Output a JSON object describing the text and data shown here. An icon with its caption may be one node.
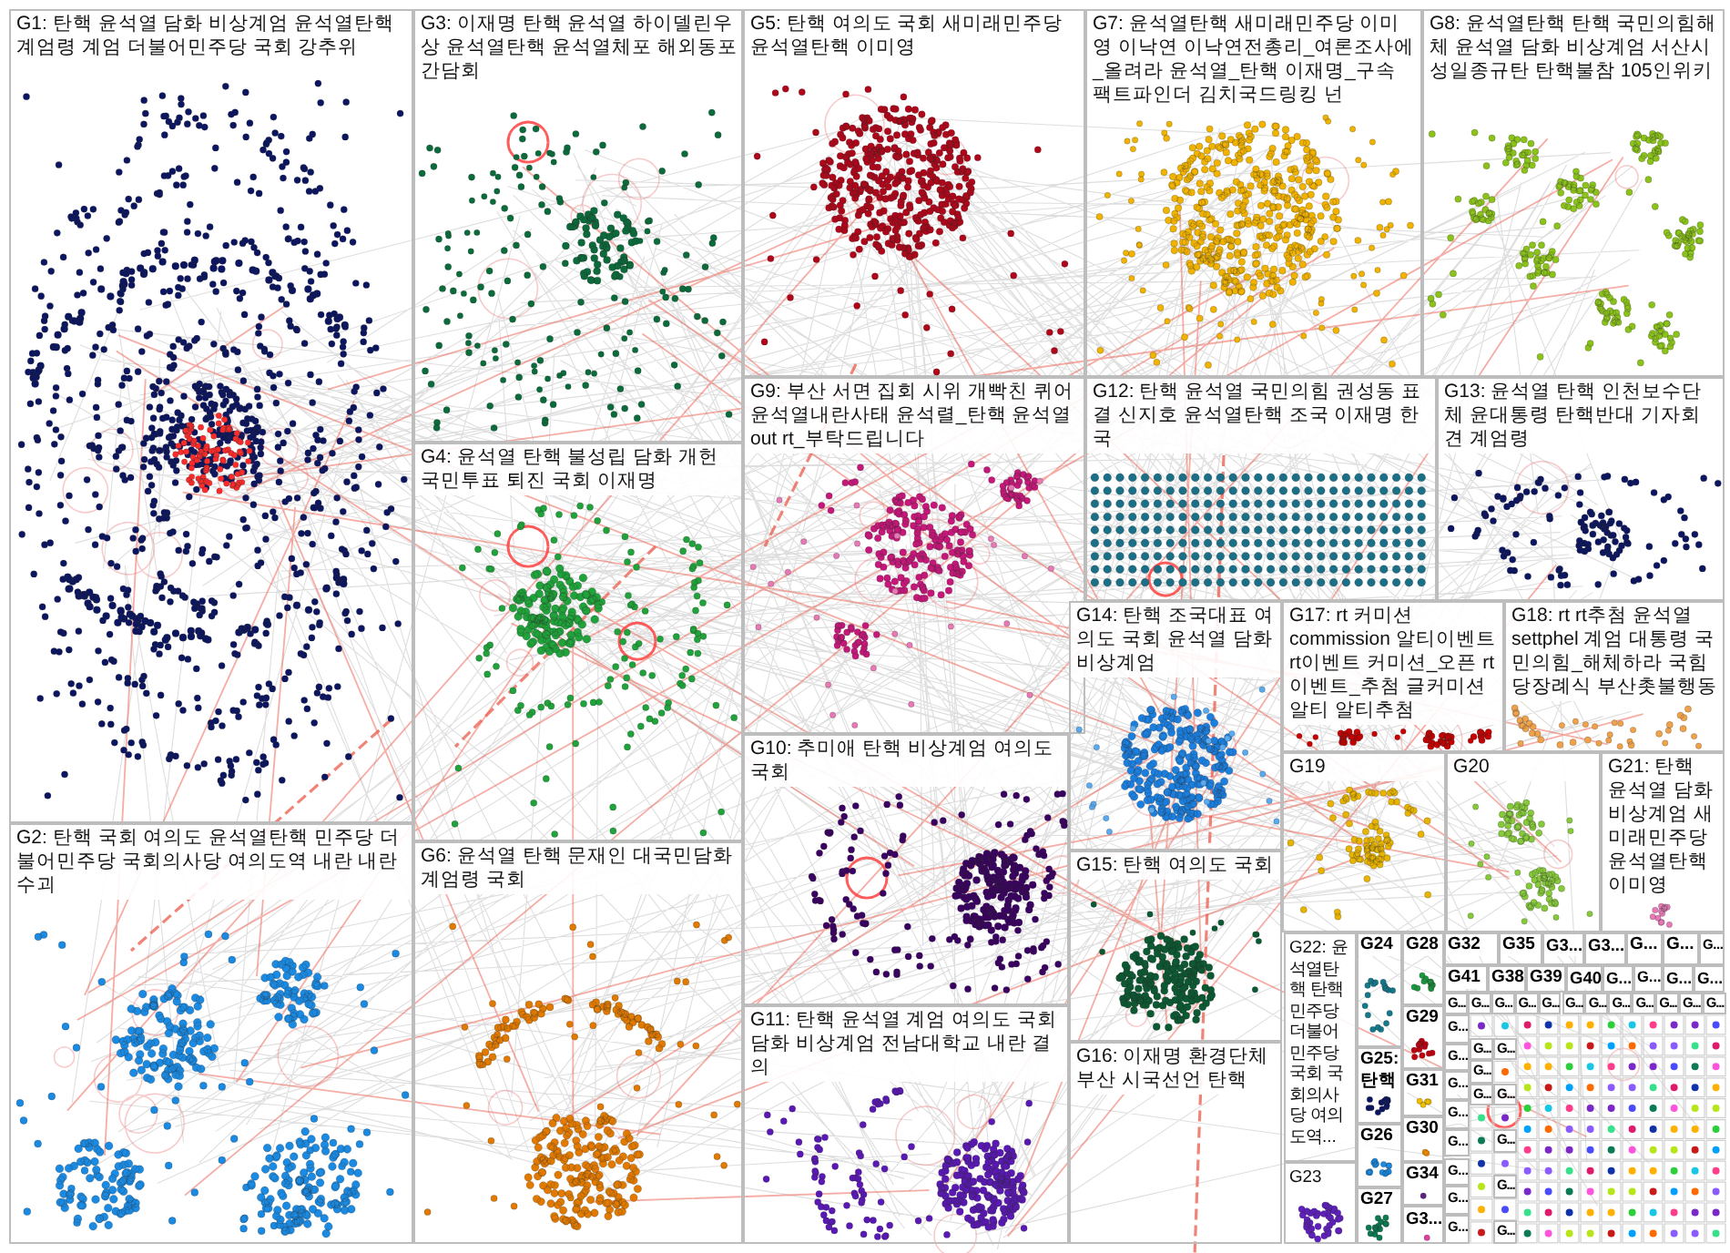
{
  "diagram": {
    "nodes": [
      {
        "text": [
          "G1: 탄핵 윤석열 담화 비상계엄 윤석열탄핵 계엄령 계엄 더불어민주당 국회 강추위"
        ]
      },
      {
        "text": [
          "G3: 이재명 탄핵 윤석열 하이델린우상 윤석열탄핵 윤석열체포 해외동포간담회"
        ]
      },
      {
        "text": [
          "G5: 탄핵 여의도 국회 새미래민주당 윤석열탄핵 이미영"
        ]
      },
      {
        "text": [
          "G7: 윤석열탄핵 새미래민주당 이미영 이낙연 이낙연전총리_여론조사에_올려라 윤석열_탄핵 이재명_구속 팩트파인더 김치국드링킹 넌"
        ]
      },
      {
        "text": [
          "G8: 윤석열탄핵 탄핵 국민의힘해체 윤석열 담화 비상계엄 서산시성일종규탄 탄핵불참 105인위키"
        ]
      },
      {
        "text": [
          "G9: 부산 서면 집회 시위 개빡친 퀴어 윤석열내란사태 윤석렬_탄핵 윤석열out rt_부탁드립니다"
        ]
      },
      {
        "text": [
          "G12: 탄핵 윤석열 국민의힘 권성동 표결 신지호 윤석열탄핵 조국 이재명 한국"
        ]
      },
      {
        "text": [
          "G13: 윤석열 탄핵 인천보수단체 윤대통령 탄핵반대 기자회견 계엄령"
        ]
      },
      {
        "text": [
          "G4: 윤석열 탄핵 불성립 담화 개헌 국민투표 퇴진 국회 이재명"
        ]
      },
      {
        "text": [
          "G14: 탄핵 조국대표 여의도 국회 윤석열 담화 비상계엄"
        ]
      },
      {
        "text": [
          "G17: rt 커미션 commission 알티이벤트 rt이벤트 커미션_오픈 rt 이벤트_추첨 글커미션 알티 알티추첨"
        ]
      },
      {
        "text": [
          "G18: rt rt추첨 윤석열 settphel 계엄 대통령 국민의힘_해체하라 국힘당장례식 부산촛불행동"
        ]
      },
      {
        "text": [
          "G10: 추미애 탄핵 비상계엄 여의도 국회"
        ]
      },
      {
        "text": [
          "G19"
        ]
      },
      {
        "text": [
          "G20"
        ]
      },
      {
        "text": [
          "G21: 탄핵 윤석열 담화 비상계엄 새미래민주당 윤석열탄핵 이미영"
        ]
      },
      {
        "text": [
          "G2: 탄핵 국회 여의도 윤석열탄핵 민주당 더불어민주당 국회의사당 여의도역 내란 내란수괴"
        ]
      },
      {
        "text": [
          "G15: 탄핵 여의도 국회"
        ]
      },
      {
        "text": [
          "G6: 윤석열 탄핵 문재인 대국민담화 계엄령 국회"
        ]
      },
      {
        "text": [
          "G22: 윤석열탄핵 탄핵 민주당 더불어민주당 국회 국회의사당 여의도역..."
        ]
      },
      {
        "text": [
          "G24"
        ]
      },
      {
        "text": [
          "G28"
        ]
      },
      {
        "text": [
          "G32"
        ]
      },
      {
        "text": [
          "G35"
        ]
      },
      {
        "text": [
          "G3..."
        ]
      },
      {
        "text": [
          "G3..."
        ]
      },
      {
        "text": [
          "G..."
        ]
      },
      {
        "text": [
          "G..."
        ]
      },
      {
        "text": [
          "G..."
        ]
      },
      {
        "text": [
          "G41"
        ]
      },
      {
        "text": [
          "G38"
        ]
      },
      {
        "text": [
          "G39"
        ]
      },
      {
        "text": [
          "G40"
        ]
      },
      {
        "text": [
          "G..."
        ]
      },
      {
        "text": [
          "G..."
        ]
      },
      {
        "text": [
          "G..."
        ]
      },
      {
        "text": [
          "G..."
        ]
      },
      {
        "text": [
          "G..."
        ]
      },
      {
        "text": [
          "G..."
        ]
      },
      {
        "text": [
          "G..."
        ]
      },
      {
        "text": [
          "G..."
        ]
      },
      {
        "text": [
          "G..."
        ]
      },
      {
        "text": [
          "G..."
        ]
      },
      {
        "text": [
          "G..."
        ]
      },
      {
        "text": [
          "G..."
        ]
      },
      {
        "text": [
          "G..."
        ]
      },
      {
        "text": [
          "G..."
        ]
      },
      {
        "text": [
          "G..."
        ]
      },
      {
        "text": [
          "G..."
        ]
      },
      {
        "text": [
          "G11: 탄핵 윤석열 계엄 여의도 국회 담화 비상계엄 전남대학교 내란 결의"
        ]
      },
      {
        "text": [
          "G29"
        ]
      },
      {
        "text": [
          "G16: 이재명 환경단체 부산 시국선언 탄핵"
        ]
      },
      {
        "text": [
          "G25: 탄핵"
        ]
      },
      {
        "text": [
          "G..."
        ]
      },
      {
        "text": [
          "G..."
        ]
      },
      {
        "text": [
          "G..."
        ]
      },
      {
        "text": [
          "G..."
        ]
      },
      {
        "text": [
          "G..."
        ]
      },
      {
        "text": [
          "G..."
        ]
      },
      {
        "text": [
          "G..."
        ]
      },
      {
        "text": [
          "G..."
        ]
      },
      {
        "text": [
          "G..."
        ]
      },
      {
        "text": [
          "G..."
        ]
      },
      {
        "text": [
          "G..."
        ]
      },
      {
        "text": [
          "G..."
        ]
      },
      {
        "text": [
          "G..."
        ]
      },
      {
        "text": [
          "G..."
        ]
      },
      {
        "text": [
          "G..."
        ]
      },
      {
        "text": [
          "G..."
        ]
      },
      {
        "text": [
          "G31"
        ]
      },
      {
        "text": [
          "G30"
        ]
      },
      {
        "text": [
          "G26"
        ]
      },
      {
        "text": [
          "G34"
        ]
      },
      {
        "text": [
          "G23"
        ]
      },
      {
        "text": [
          "G27"
        ]
      },
      {
        "text": [
          "G3..."
        ]
      }
    ]
  }
}
